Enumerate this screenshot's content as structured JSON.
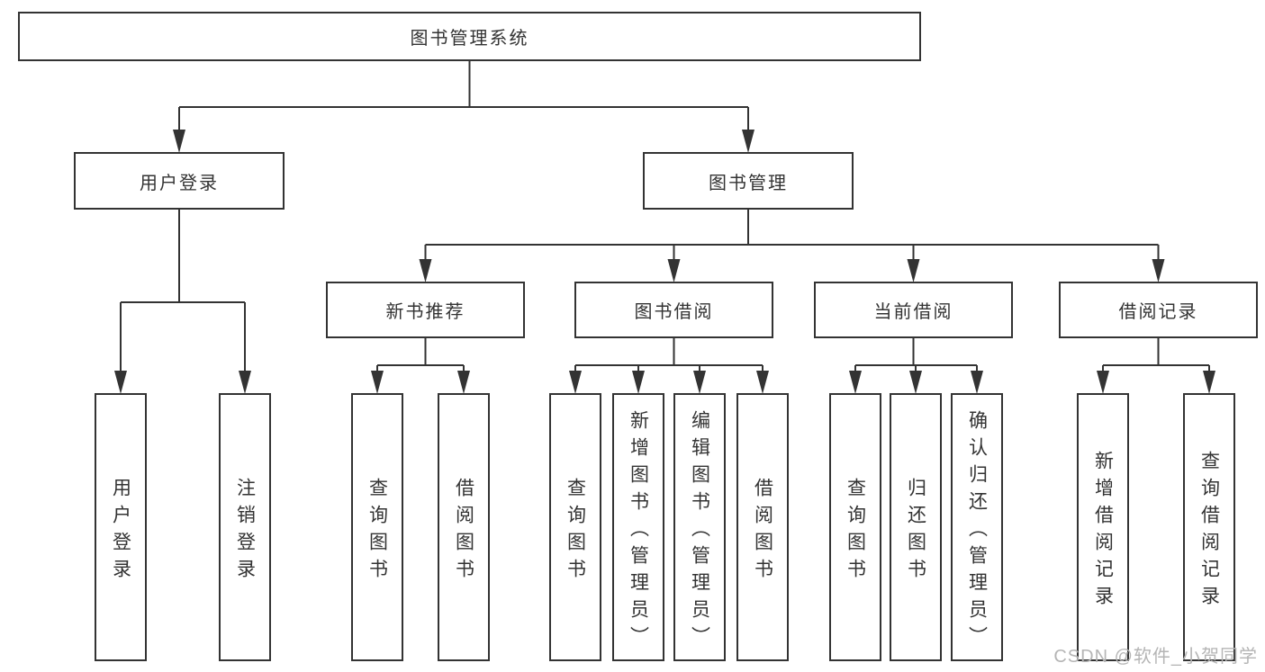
{
  "title": "图书管理系统",
  "watermark": "CSDN @软件_小贺同学",
  "colors": {
    "line": "#333333",
    "text": "#333333",
    "watermark": "#b5b5b5",
    "background": "#ffffff"
  },
  "tree": {
    "root": "图书管理系统",
    "branches": [
      {
        "label": "用户登录",
        "children": [
          {
            "label": "用户登录"
          },
          {
            "label": "注销登录"
          }
        ]
      },
      {
        "label": "图书管理",
        "children": [
          {
            "label": "新书推荐",
            "children": [
              {
                "label": "查询图书"
              },
              {
                "label": "借阅图书"
              }
            ]
          },
          {
            "label": "图书借阅",
            "children": [
              {
                "label": "查询图书"
              },
              {
                "label": "新增图书（管理员）"
              },
              {
                "label": "编辑图书（管理员）"
              },
              {
                "label": "借阅图书"
              }
            ]
          },
          {
            "label": "当前借阅",
            "children": [
              {
                "label": "查询图书"
              },
              {
                "label": "归还图书"
              },
              {
                "label": "确认归还（管理员）"
              }
            ]
          },
          {
            "label": "借阅记录",
            "children": [
              {
                "label": "新增借阅记录"
              },
              {
                "label": "查询借阅记录"
              }
            ]
          }
        ]
      }
    ]
  }
}
